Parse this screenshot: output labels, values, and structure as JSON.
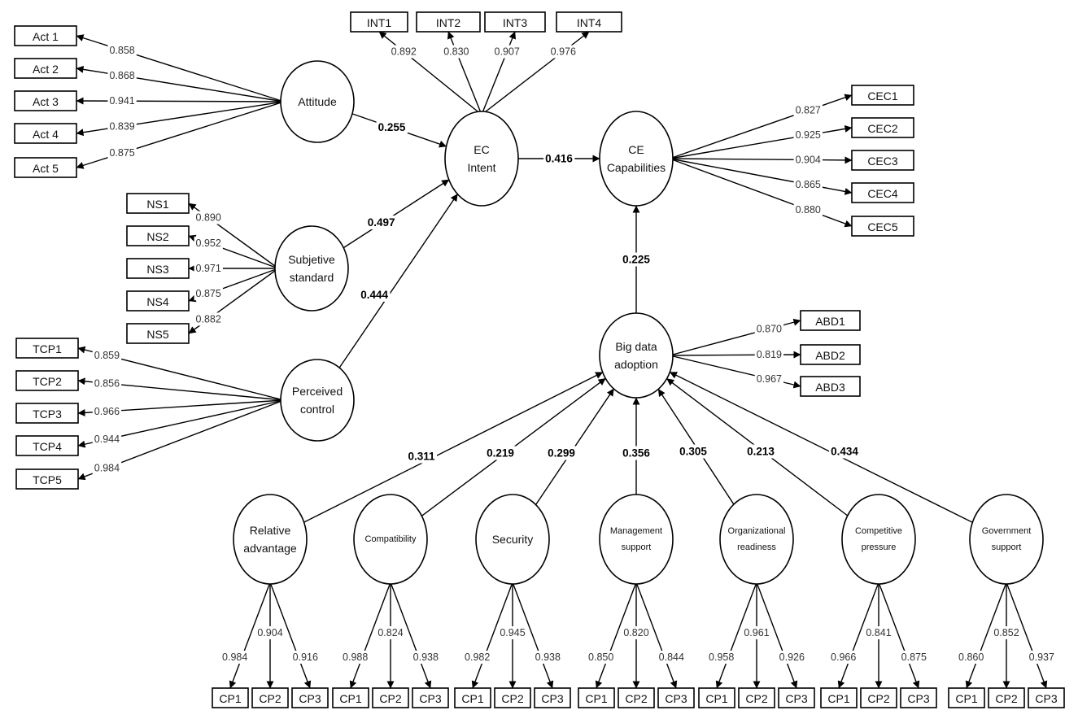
{
  "constructs": {
    "attitude": [
      "Attitude"
    ],
    "ec_intent": [
      "EC",
      "Intent"
    ],
    "ce_capabilities": [
      "CE",
      "Capabilities"
    ],
    "subjective_standard": [
      "Subjetive",
      "standard"
    ],
    "perceived_control": [
      "Perceived",
      "control"
    ],
    "big_data_adoption": [
      "Big data",
      "adoption"
    ],
    "relative_advantage": [
      "Relative",
      "advantage"
    ],
    "compatibility": [
      "Compatibility"
    ],
    "security": [
      "Security"
    ],
    "management_support": [
      "Management",
      "support"
    ],
    "organizational_readiness": [
      "Organizational",
      "readiness"
    ],
    "competitive_pressure": [
      "Competitive",
      "pressure"
    ],
    "government_support": [
      "Government",
      "support"
    ]
  },
  "indicator_groups": {
    "attitude": {
      "items": [
        "Act 1",
        "Act 2",
        "Act 3",
        "Act 4",
        "Act 5"
      ],
      "loadings": [
        "0.858",
        "0.868",
        "0.941",
        "0.839",
        "0.875"
      ]
    },
    "subjective_standard": {
      "items": [
        "NS1",
        "NS2",
        "NS3",
        "NS4",
        "NS5"
      ],
      "loadings": [
        "0.890",
        "0.952",
        "0.971",
        "0.875",
        "0.882"
      ]
    },
    "perceived_control": {
      "items": [
        "TCP1",
        "TCP2",
        "TCP3",
        "TCP4",
        "TCP5"
      ],
      "loadings": [
        "0.859",
        "0.856",
        "0.966",
        "0.944",
        "0.984"
      ]
    },
    "ec_intent": {
      "items": [
        "INT1",
        "INT2",
        "INT3",
        "INT4"
      ],
      "loadings": [
        "0.892",
        "0.830",
        "0.907",
        "0.976"
      ]
    },
    "ce_capabilities": {
      "items": [
        "CEC1",
        "CEC2",
        "CEC3",
        "CEC4",
        "CEC5"
      ],
      "loadings": [
        "0.827",
        "0.925",
        "0.904",
        "0.865",
        "0.880"
      ]
    },
    "big_data_adoption": {
      "items": [
        "ABD1",
        "ABD2",
        "ABD3"
      ],
      "loadings": [
        "0.870",
        "0.819",
        "0.967"
      ]
    },
    "relative_advantage": {
      "items": [
        "CP1",
        "CP2",
        "CP3"
      ],
      "loadings": [
        "0.984",
        "0.904",
        "0.916"
      ]
    },
    "compatibility": {
      "items": [
        "CP1",
        "CP2",
        "CP3"
      ],
      "loadings": [
        "0.988",
        "0.824",
        "0.938"
      ]
    },
    "security": {
      "items": [
        "CP1",
        "CP2",
        "CP3"
      ],
      "loadings": [
        "0.982",
        "0.945",
        "0.938"
      ]
    },
    "management_support": {
      "items": [
        "CP1",
        "CP2",
        "CP3"
      ],
      "loadings": [
        "0.850",
        "0.820",
        "0.844"
      ]
    },
    "organizational_readiness": {
      "items": [
        "CP1",
        "CP2",
        "CP3"
      ],
      "loadings": [
        "0.958",
        "0.961",
        "0.926"
      ]
    },
    "competitive_pressure": {
      "items": [
        "CP1",
        "CP2",
        "CP3"
      ],
      "loadings": [
        "0.966",
        "0.841",
        "0.875"
      ]
    },
    "government_support": {
      "items": [
        "CP1",
        "CP2",
        "CP3"
      ],
      "loadings": [
        "0.860",
        "0.852",
        "0.937"
      ]
    }
  },
  "structural_paths": [
    {
      "from": "attitude",
      "to": "ec_intent",
      "coef": "0.255"
    },
    {
      "from": "subjective_standard",
      "to": "ec_intent",
      "coef": "0.497"
    },
    {
      "from": "perceived_control",
      "to": "ec_intent",
      "coef": "0.444"
    },
    {
      "from": "ec_intent",
      "to": "ce_capabilities",
      "coef": "0.416"
    },
    {
      "from": "big_data_adoption",
      "to": "ce_capabilities",
      "coef": "0.225"
    },
    {
      "from": "relative_advantage",
      "to": "big_data_adoption",
      "coef": "0.311"
    },
    {
      "from": "compatibility",
      "to": "big_data_adoption",
      "coef": "0.219"
    },
    {
      "from": "security",
      "to": "big_data_adoption",
      "coef": "0.299"
    },
    {
      "from": "management_support",
      "to": "big_data_adoption",
      "coef": "0.356"
    },
    {
      "from": "organizational_readiness",
      "to": "big_data_adoption",
      "coef": "0.305"
    },
    {
      "from": "competitive_pressure",
      "to": "big_data_adoption",
      "coef": "0.213"
    },
    {
      "from": "government_support",
      "to": "big_data_adoption",
      "coef": "0.434"
    }
  ]
}
